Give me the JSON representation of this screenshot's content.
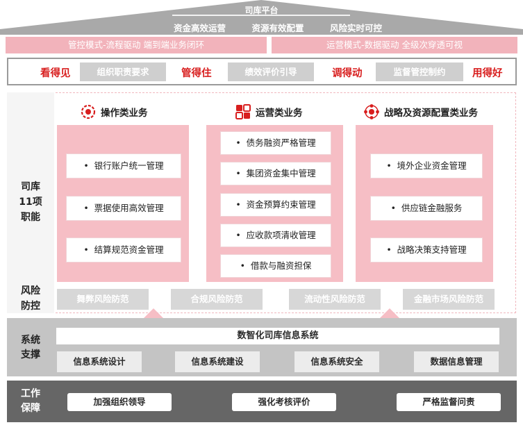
{
  "roof": {
    "title": "司库平台",
    "goals": [
      "资金高效运营",
      "资源有效配置",
      "风险实时可控"
    ]
  },
  "modes": {
    "left": "管控模式-流程驱动  端到端业务闭环",
    "right": "运营模式-数据驱动  全级次穿透可视"
  },
  "slogans": [
    {
      "label": "看得见",
      "tag": "组织职责要求"
    },
    {
      "label": "管得住",
      "tag": "绩效评价引导"
    },
    {
      "label": "调得动",
      "tag": "监督管控制约"
    },
    {
      "label": "用得好"
    }
  ],
  "lanes": {
    "functions": [
      "司库",
      "11项",
      "职能"
    ],
    "risk": [
      "风险",
      "防控"
    ],
    "system": [
      "系统",
      "支撑"
    ],
    "work": [
      "工作",
      "保障"
    ]
  },
  "business": {
    "operation": {
      "title": "操作类业务",
      "icon": "gear-target-icon",
      "items": [
        "银行账户统一管理",
        "票据使用高效管理",
        "结算规范资金管理"
      ]
    },
    "running": {
      "title": "运营类业务",
      "icon": "grid-blocks-icon",
      "items": [
        "债务融资严格管理",
        "集团资金集中管理",
        "资金预算约束管理",
        "应收款项清收管理",
        "借款与融资担保"
      ]
    },
    "strategy": {
      "title": "战略及资源配置类业务",
      "icon": "network-hub-icon",
      "items": [
        "境外企业资金管理",
        "供应链金融服务",
        "战略决策支持管理"
      ]
    }
  },
  "risk_controls": [
    "舞弊风险防范",
    "合规风险防范",
    "流动性风险防范",
    "金融市场风险防范"
  ],
  "system": {
    "title": "数智化司库信息系统",
    "items": [
      "信息系统设计",
      "信息系统建设",
      "信息系统安全",
      "数据信息管理"
    ]
  },
  "work": {
    "items": [
      "加强组织领导",
      "强化考核评价",
      "严格监督问责"
    ]
  },
  "colors": {
    "accent_red": "#d81e1e",
    "pink": "#f6bec5",
    "roof_grey": "#a9a9a9",
    "dark_grey": "#666666"
  }
}
